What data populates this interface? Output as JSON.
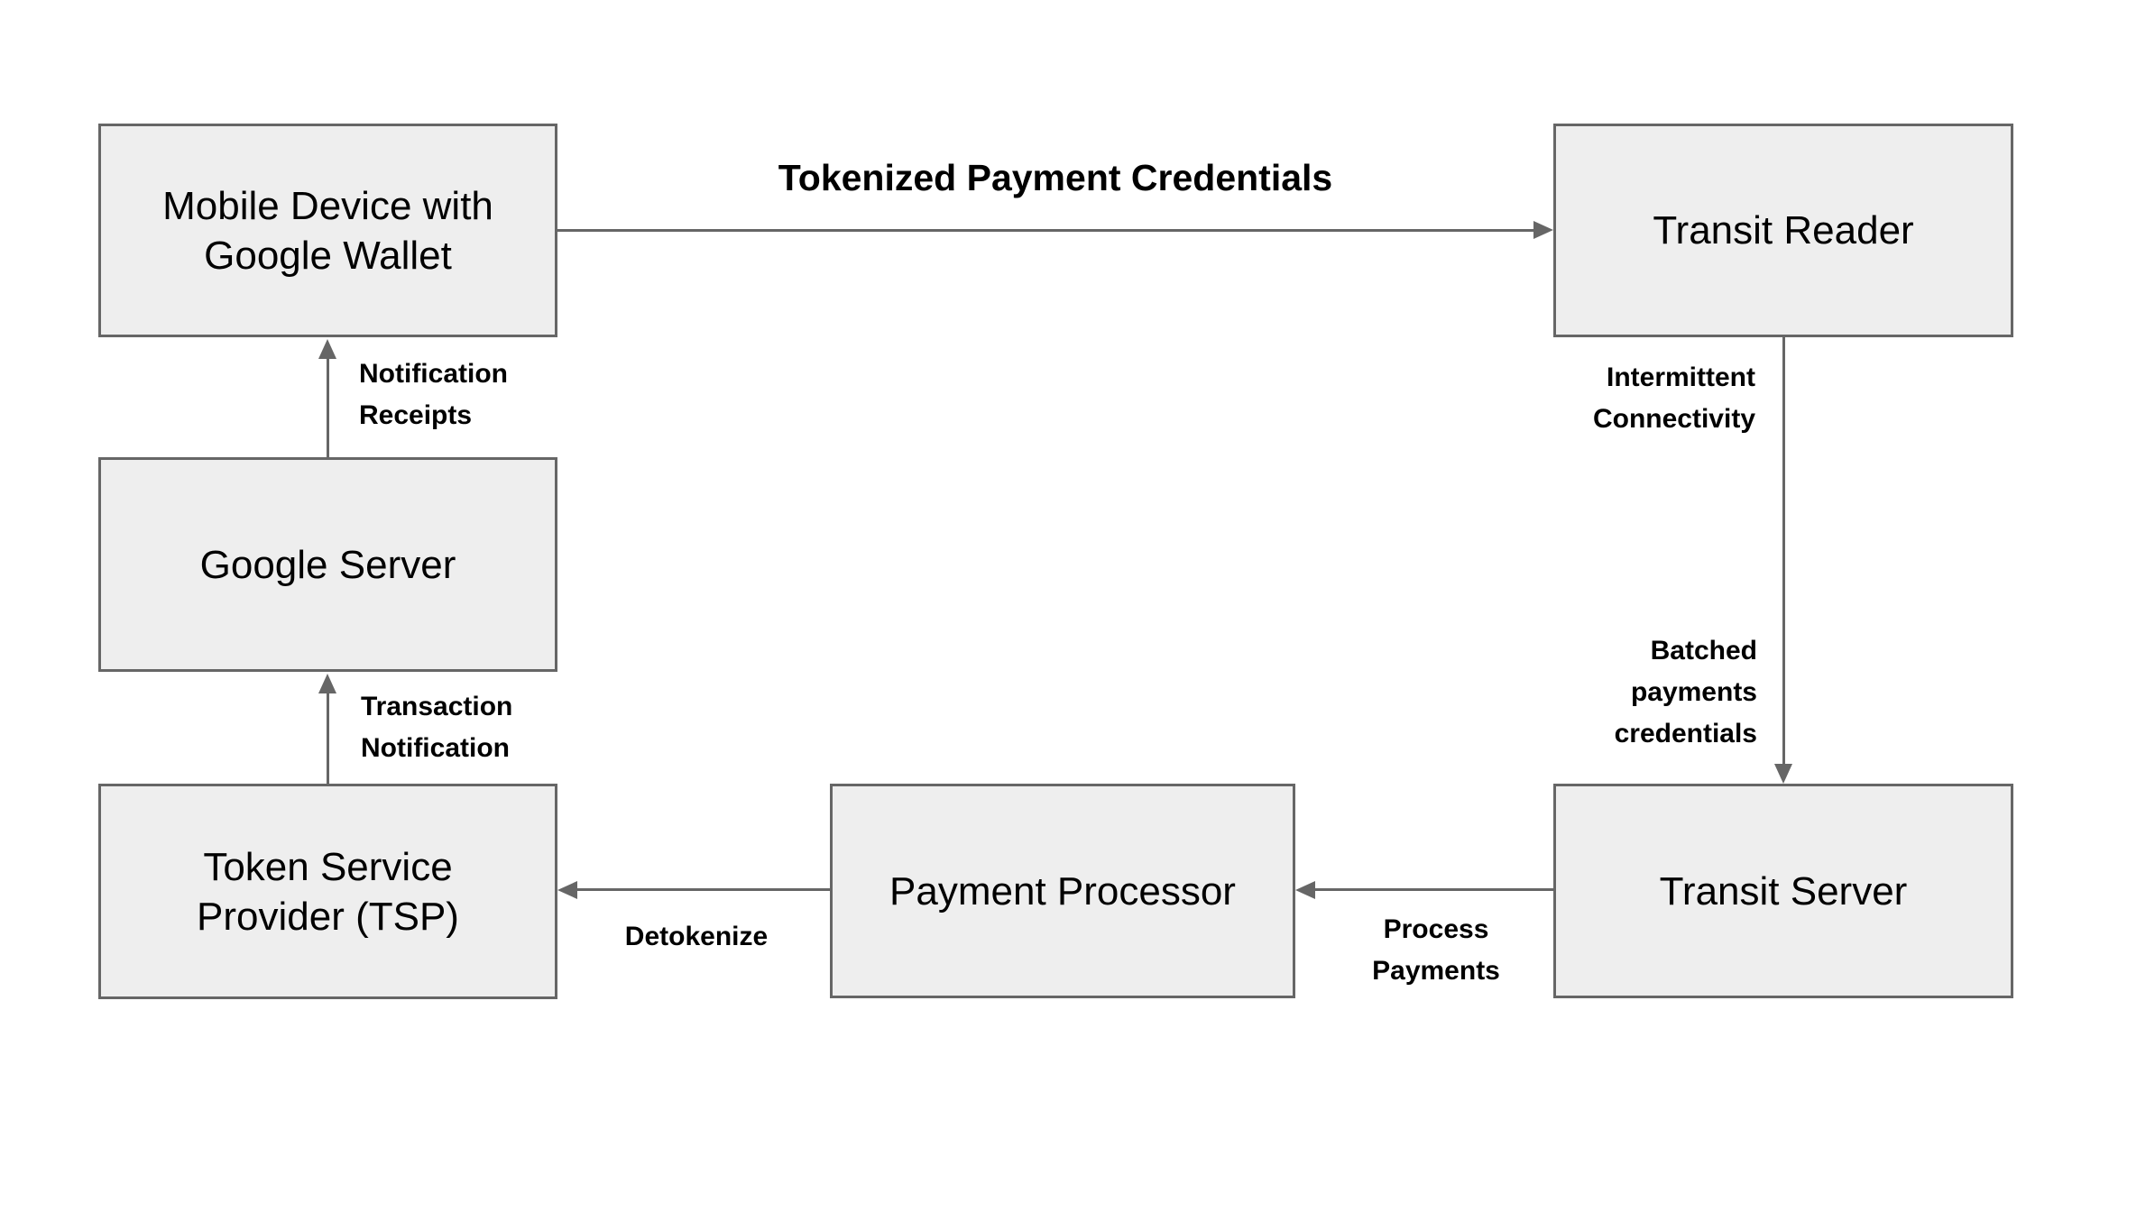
{
  "colors": {
    "background": "#ffffff",
    "box_fill": "#eeeeee",
    "box_border": "#666666",
    "arrow": "#666666",
    "text": "#000000"
  },
  "nodes": {
    "mobile": {
      "lines": [
        "Mobile Device with",
        "Google Wallet"
      ]
    },
    "google_server": {
      "lines": [
        "Google Server"
      ]
    },
    "tsp": {
      "lines": [
        "Token Service",
        "Provider (TSP)"
      ]
    },
    "payment_processor": {
      "lines": [
        "Payment Processor"
      ]
    },
    "transit_reader": {
      "lines": [
        "Transit Reader"
      ]
    },
    "transit_server": {
      "lines": [
        "Transit Server"
      ]
    }
  },
  "edges": {
    "tokenized_payment_credentials": {
      "label": "Tokenized Payment Credentials"
    },
    "notification_receipts": {
      "lines": [
        "Notification",
        "Receipts"
      ]
    },
    "transaction_notification": {
      "lines": [
        "Transaction",
        "Notification"
      ]
    },
    "intermittent_connectivity": {
      "lines": [
        "Intermittent",
        "Connectivity"
      ]
    },
    "batched_payments_credentials": {
      "lines": [
        "Batched",
        "payments",
        "credentials"
      ]
    },
    "process_payments": {
      "lines": [
        "Process",
        "Payments"
      ]
    },
    "detokenize": {
      "label": "Detokenize"
    }
  }
}
